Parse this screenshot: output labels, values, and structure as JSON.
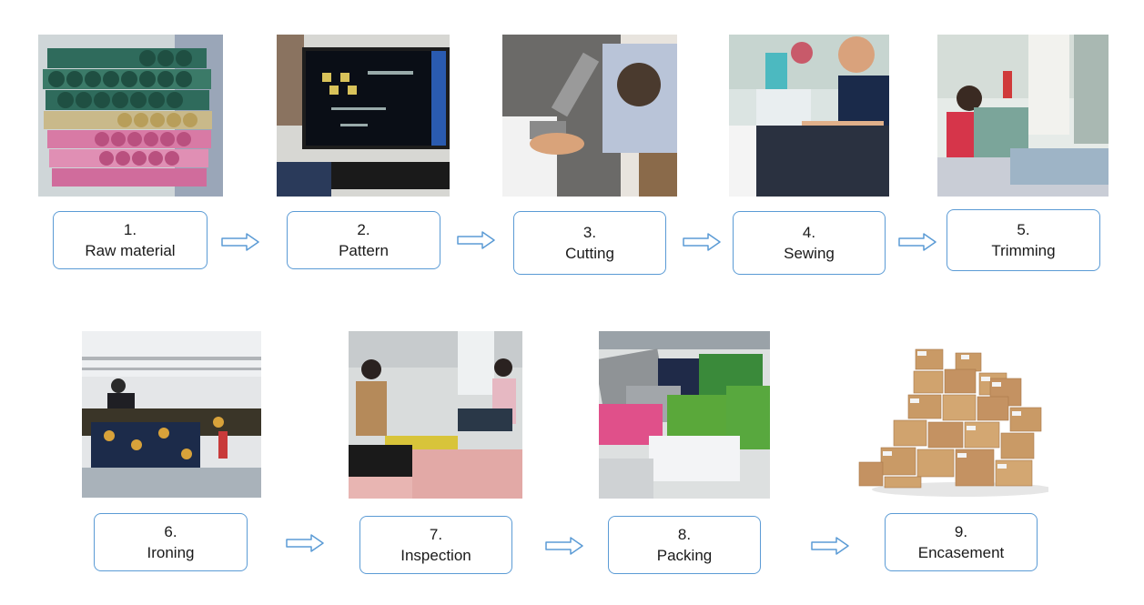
{
  "colors": {
    "box_border": "#5b9bd5",
    "arrow": "#5b9bd5",
    "text": "#1a1a1a"
  },
  "steps": [
    {
      "number": "1.",
      "label": "Raw material",
      "image": "fabric-rolls-photo"
    },
    {
      "number": "2.",
      "label": "Pattern",
      "image": "pattern-computer-photo"
    },
    {
      "number": "3.",
      "label": "Cutting",
      "image": "fabric-cutting-photo"
    },
    {
      "number": "4.",
      "label": "Sewing",
      "image": "sewing-machine-photo"
    },
    {
      "number": "5.",
      "label": "Trimming",
      "image": "trimming-worker-photo"
    },
    {
      "number": "6.",
      "label": "Ironing",
      "image": "ironing-room-photo"
    },
    {
      "number": "7.",
      "label": "Inspection",
      "image": "inspection-table-photo"
    },
    {
      "number": "8.",
      "label": "Packing",
      "image": "packed-garments-photo"
    },
    {
      "number": "9.",
      "label": "Encasement",
      "image": "cardboard-boxes-illustration"
    }
  ],
  "arrows": [
    "arrow-right-icon",
    "arrow-right-icon",
    "arrow-right-icon",
    "arrow-right-icon",
    "arrow-right-icon",
    "arrow-right-icon",
    "arrow-right-icon"
  ]
}
